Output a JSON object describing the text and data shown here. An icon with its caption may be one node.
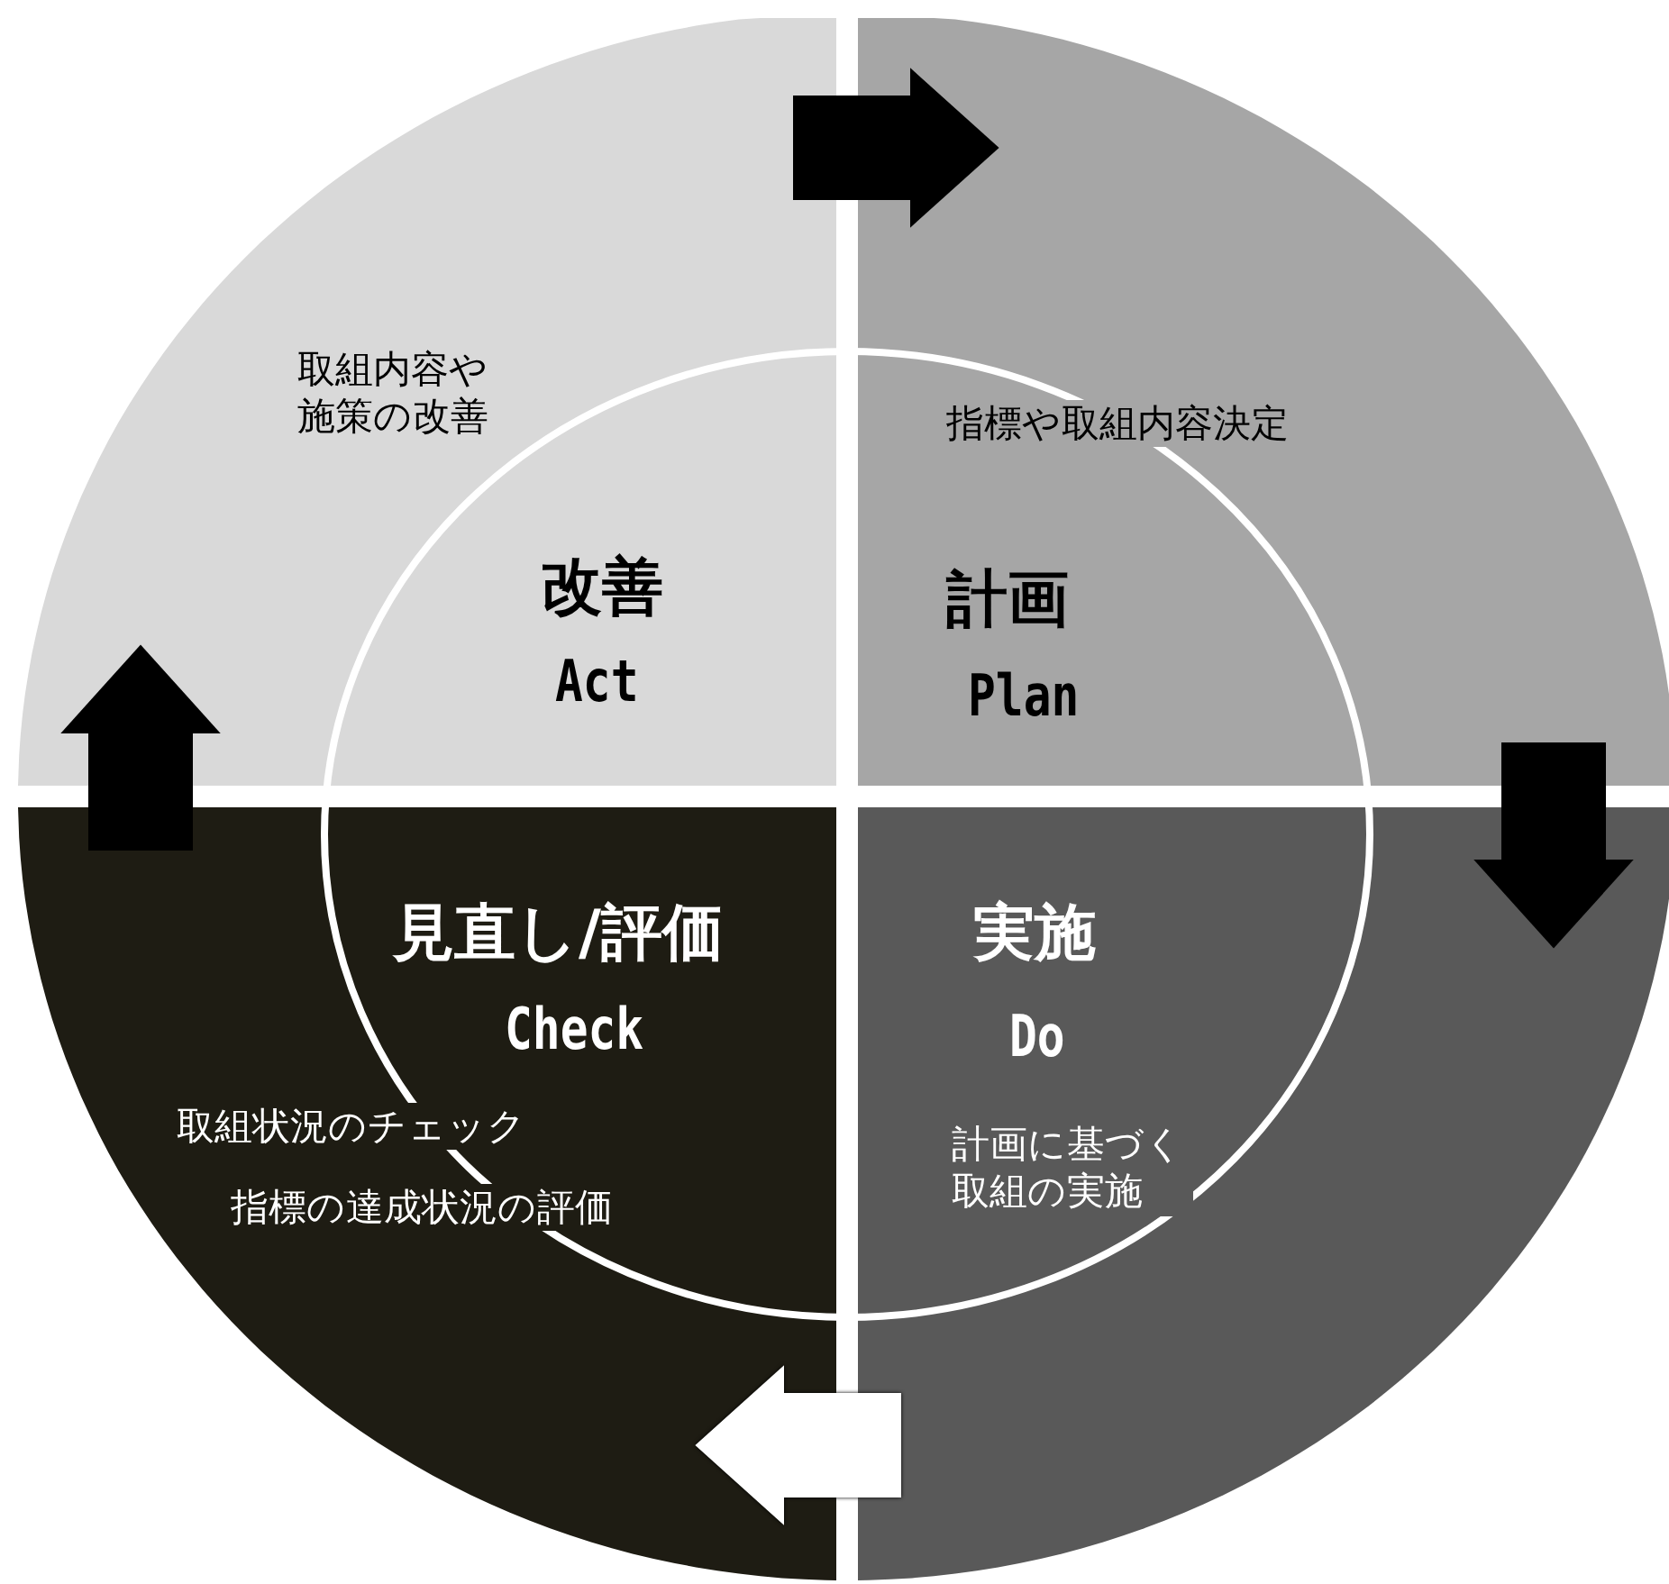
{
  "diagram": {
    "nodes": [
      {
        "text": [
          "取組内容や施策の改善",
          "改善",
          "Act"
        ]
      },
      {
        "text": [
          "指標や取組内容決定",
          "計画",
          "Plan"
        ]
      },
      {
        "text": [
          "見直し/評価",
          "Check",
          "取組状況のチェック",
          "指標の達成状況の評価"
        ]
      },
      {
        "text": [
          "実施",
          "Do",
          "計画に基づく取組の実施"
        ]
      }
    ],
    "edges": [
      {
        "from": 0,
        "to": 1,
        "arrow": "to"
      },
      {
        "from": 1,
        "to": 3,
        "arrow": "to"
      },
      {
        "from": 3,
        "to": 2,
        "arrow": "to",
        "color": "#ffffff"
      },
      {
        "from": 2,
        "to": 0,
        "arrow": "to"
      }
    ]
  }
}
